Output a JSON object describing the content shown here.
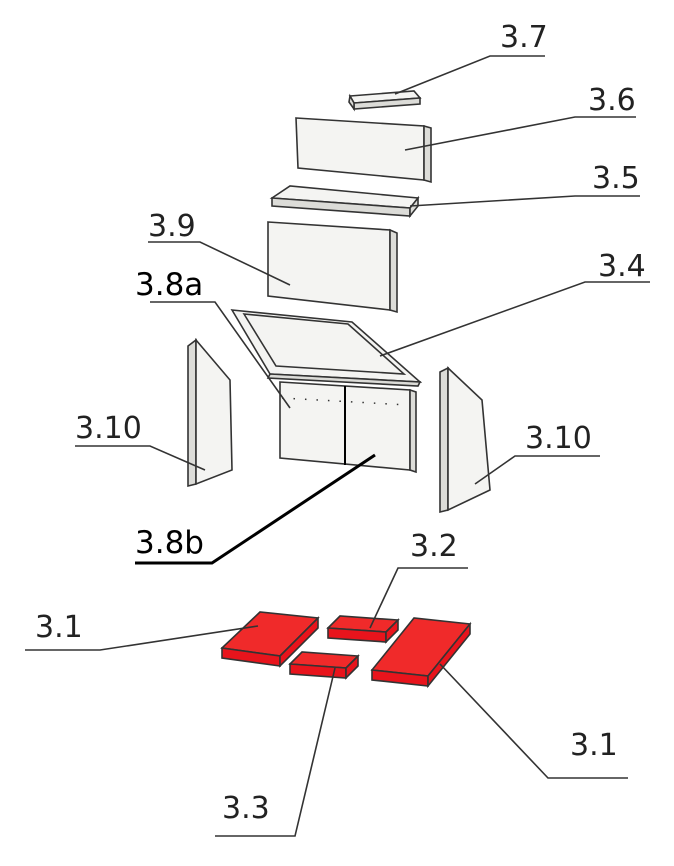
{
  "diagram": {
    "labels": {
      "p37": "3.7",
      "p36": "3.6",
      "p35": "3.5",
      "p39": "3.9",
      "p38a": "3.8a",
      "p34": "3.4",
      "p310_left": "3.10",
      "p310_right": "3.10",
      "p38b": "3.8b",
      "p32": "3.2",
      "p31_left": "3.1",
      "p31_right": "3.1",
      "p33": "3.3"
    },
    "colors": {
      "highlight": "#e8141c",
      "outline": "#333333",
      "part": "#f4f4f2"
    }
  }
}
